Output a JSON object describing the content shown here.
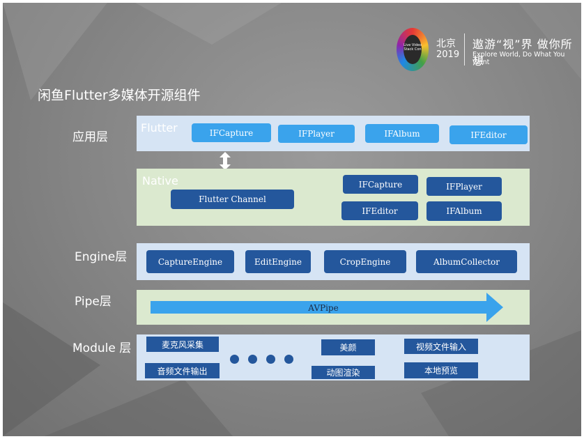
{
  "header": {
    "logo_text": "Live Video Stack Con",
    "city": "北京",
    "year": "2019",
    "slogan_cn": "遨游“视”界 做你所想",
    "slogan_en": "Explore World, Do What You Want"
  },
  "title": "闲鱼Flutter多媒体开源组件",
  "layers": {
    "app": {
      "label": "应用层",
      "flutter": {
        "title": "Flutter",
        "components": [
          "IFCapture",
          "IFPlayer",
          "IFAlbum",
          "IFEditor"
        ]
      },
      "native": {
        "title": "Native",
        "channel": "Flutter Channel",
        "components": [
          "IFCapture",
          "IFPlayer",
          "IFEditor",
          "IFAlbum"
        ]
      }
    },
    "engine": {
      "label": "Engine层",
      "components": [
        "CaptureEngine",
        "EditEngine",
        "CropEngine",
        "AlbumCollector"
      ]
    },
    "pipe": {
      "label": "Pipe层",
      "pipe": "AVPipe"
    },
    "module": {
      "label": "Module 层",
      "components": [
        "麦克风采集",
        "音频文件输出",
        "美颜",
        "动图渲染",
        "视频文件输入",
        "本地预览"
      ]
    }
  }
}
